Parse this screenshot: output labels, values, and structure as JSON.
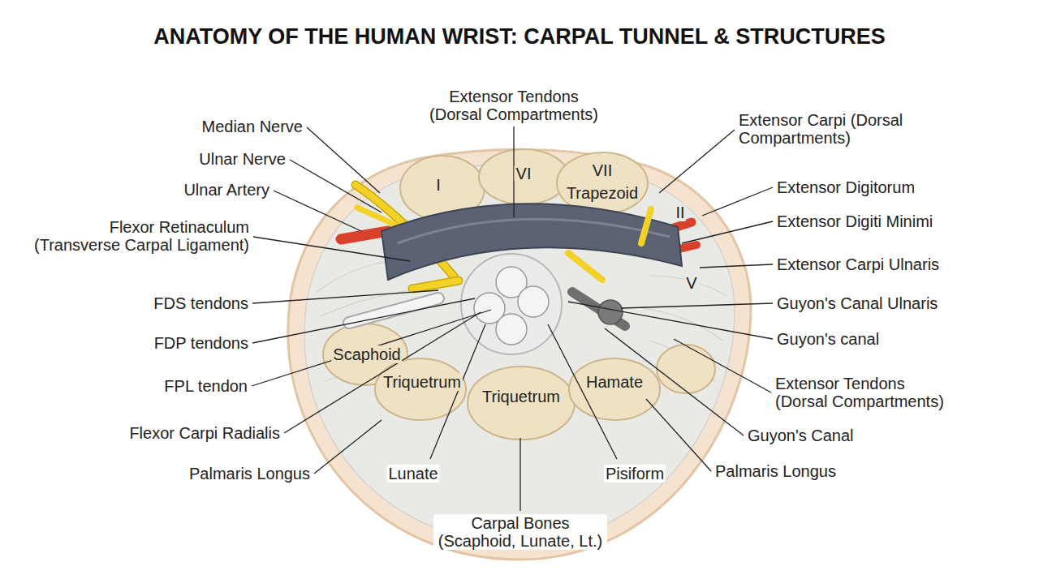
{
  "diagram": {
    "title": "ANATOMY OF THE HUMAN WRIST: CARPAL TUNNEL & STRUCTURES",
    "labels": [
      "Median Nerve",
      "Ulnar Nerve",
      "Ulnar Artery",
      "Flexor Retinaculum (Transverse Carpal Ligament)",
      "FDS tendons",
      "FDP tendons",
      "FPL tendon",
      "Flexor Carpi Radialis",
      "Palmaris Longus",
      "Extensor Tendons (Dorsal Compartments)",
      "Extensor Carpi (Dorsal Compartments)",
      "Extensor Digitorum",
      "Extensor Digiti Minimi",
      "Extensor Carpi Ulnaris",
      "Guyon's Canal Ulnaris",
      "Guyon's canal",
      "Extensor Tendons (Dorsal Compartments)",
      "Guyon's Canal",
      "Palmaris Longus",
      "Lunate",
      "Pisiform",
      "Carpal Bones (Scaphoid, Lunate, Lt.)",
      "I",
      "VI",
      "VII",
      "Trapezoid",
      "II",
      "V",
      "Scaphoid",
      "Triquetrum",
      "Triquetrum",
      "Hamate"
    ]
  }
}
